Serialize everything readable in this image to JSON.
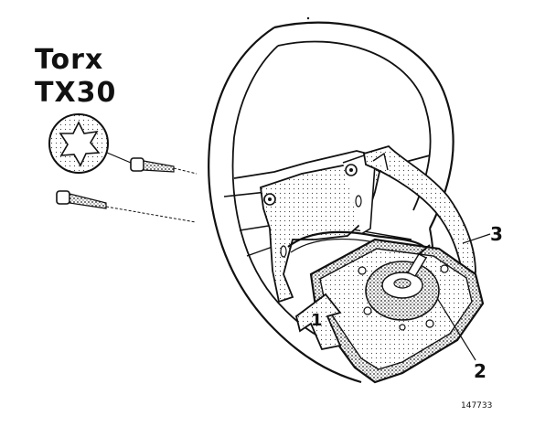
{
  "tool": {
    "line1": "Torx",
    "line2": "TX30"
  },
  "callouts": {
    "airbag": "1",
    "connector": "2",
    "cover": "3"
  },
  "reference_number": "147733",
  "colors": {
    "ink": "#111111",
    "shading": "#9a9a9a",
    "paper": "#ffffff"
  }
}
